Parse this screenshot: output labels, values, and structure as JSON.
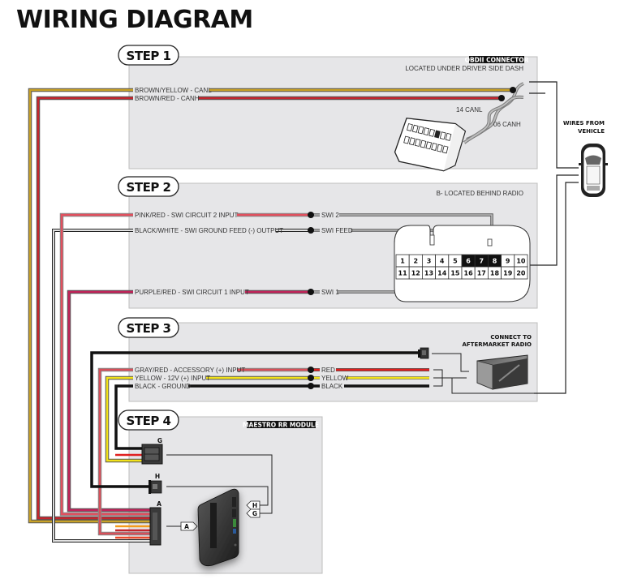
{
  "title": "WIRING DIAGRAM",
  "steps": [
    {
      "label": "STEP 1",
      "header_tag": "OBDII CONNECTOR",
      "header_note": "LOCATED UNDER DRIVER SIDE DASH",
      "wires": [
        {
          "label": "BROWN/YELLOW - CANL",
          "color": "#c9a227"
        },
        {
          "label": "BROWN/RED - CANH",
          "color": "#c4262e"
        }
      ],
      "pin_labels": [
        "14 CANL",
        "06 CANH"
      ]
    },
    {
      "label": "STEP 2",
      "header_note": "B- LOCATED BEHIND RADIO",
      "wires": [
        {
          "label": "PINK/RED  - SWI CIRCUIT 2 INPUT",
          "dest": "SWI 2",
          "color": "#e2505e"
        },
        {
          "label": "BLACK/WHITE - SWI GROUND FEED (-) OUTPUT",
          "dest": "SWI FEED",
          "color": "#222222"
        },
        {
          "label": "PURPLE/RED  - SWI CIRCUIT 1 INPUT",
          "dest": "SWI 1",
          "color": "#c2245a"
        }
      ],
      "connector_pins_top": [
        "1",
        "2",
        "3",
        "4",
        "5",
        "6",
        "7",
        "8",
        "9",
        "10"
      ],
      "connector_pins_bottom": [
        "11",
        "12",
        "13",
        "14",
        "15",
        "16",
        "17",
        "18",
        "19",
        "20"
      ],
      "highlighted_pins": [
        "6",
        "7",
        "8"
      ]
    },
    {
      "label": "STEP 3",
      "header_note_line1": "CONNECT TO",
      "header_note_line2": "AFTERMARKET RADIO",
      "wires": [
        {
          "label": "GRAY/RED - ACCESSORY (+) INPUT",
          "dest": "RED",
          "color": "#e02020"
        },
        {
          "label": "YELLOW - 12V (+) INPUT",
          "dest": "YELLOW",
          "color": "#f2e21a"
        },
        {
          "label": "BLACK - GROUND",
          "dest": "BLACK",
          "color": "#111111"
        }
      ]
    },
    {
      "label": "STEP 4",
      "header_tag": "MAESTRO RR MODULE",
      "connectors": [
        "G",
        "H",
        "A"
      ],
      "module_ports": [
        "H",
        "G",
        "A"
      ]
    }
  ],
  "vehicle": {
    "line1": "WIRES FROM",
    "line2": "VEHICLE"
  }
}
